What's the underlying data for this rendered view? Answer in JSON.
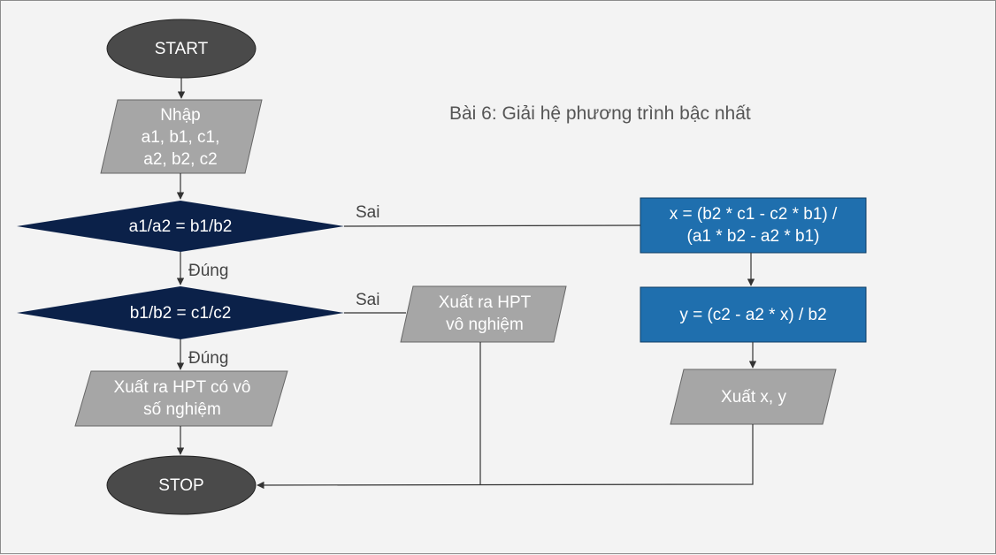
{
  "title": "Bài 6: Giải hệ phương trình bậc nhất",
  "nodes": {
    "start": "START",
    "input": "Nhập\na1, b1, c1,\na2, b2, c2",
    "decision1": "a1/a2 = b1/b2",
    "decision2": "b1/b2 = c1/c2",
    "output_infinite": "Xuất ra HPT có vô\nsố nghiệm",
    "output_none": "Xuất ra HPT\nvô nghiệm",
    "calc_x": "x = (b2 * c1 - c2 * b1) /\n(a1 * b2 - a2 * b1)",
    "calc_y": "y = (c2 - a2 * x) / b2",
    "output_xy": "Xuất x, y",
    "stop": "STOP"
  },
  "edge_labels": {
    "d1_false": "Sai",
    "d1_true": "Đúng",
    "d2_false": "Sai",
    "d2_true": "Đúng"
  },
  "colors": {
    "terminal": "#4a4a4a",
    "io": "#a6a6a6",
    "decision": "#0b2149",
    "process": "#1f6fae",
    "line": "#333333"
  }
}
